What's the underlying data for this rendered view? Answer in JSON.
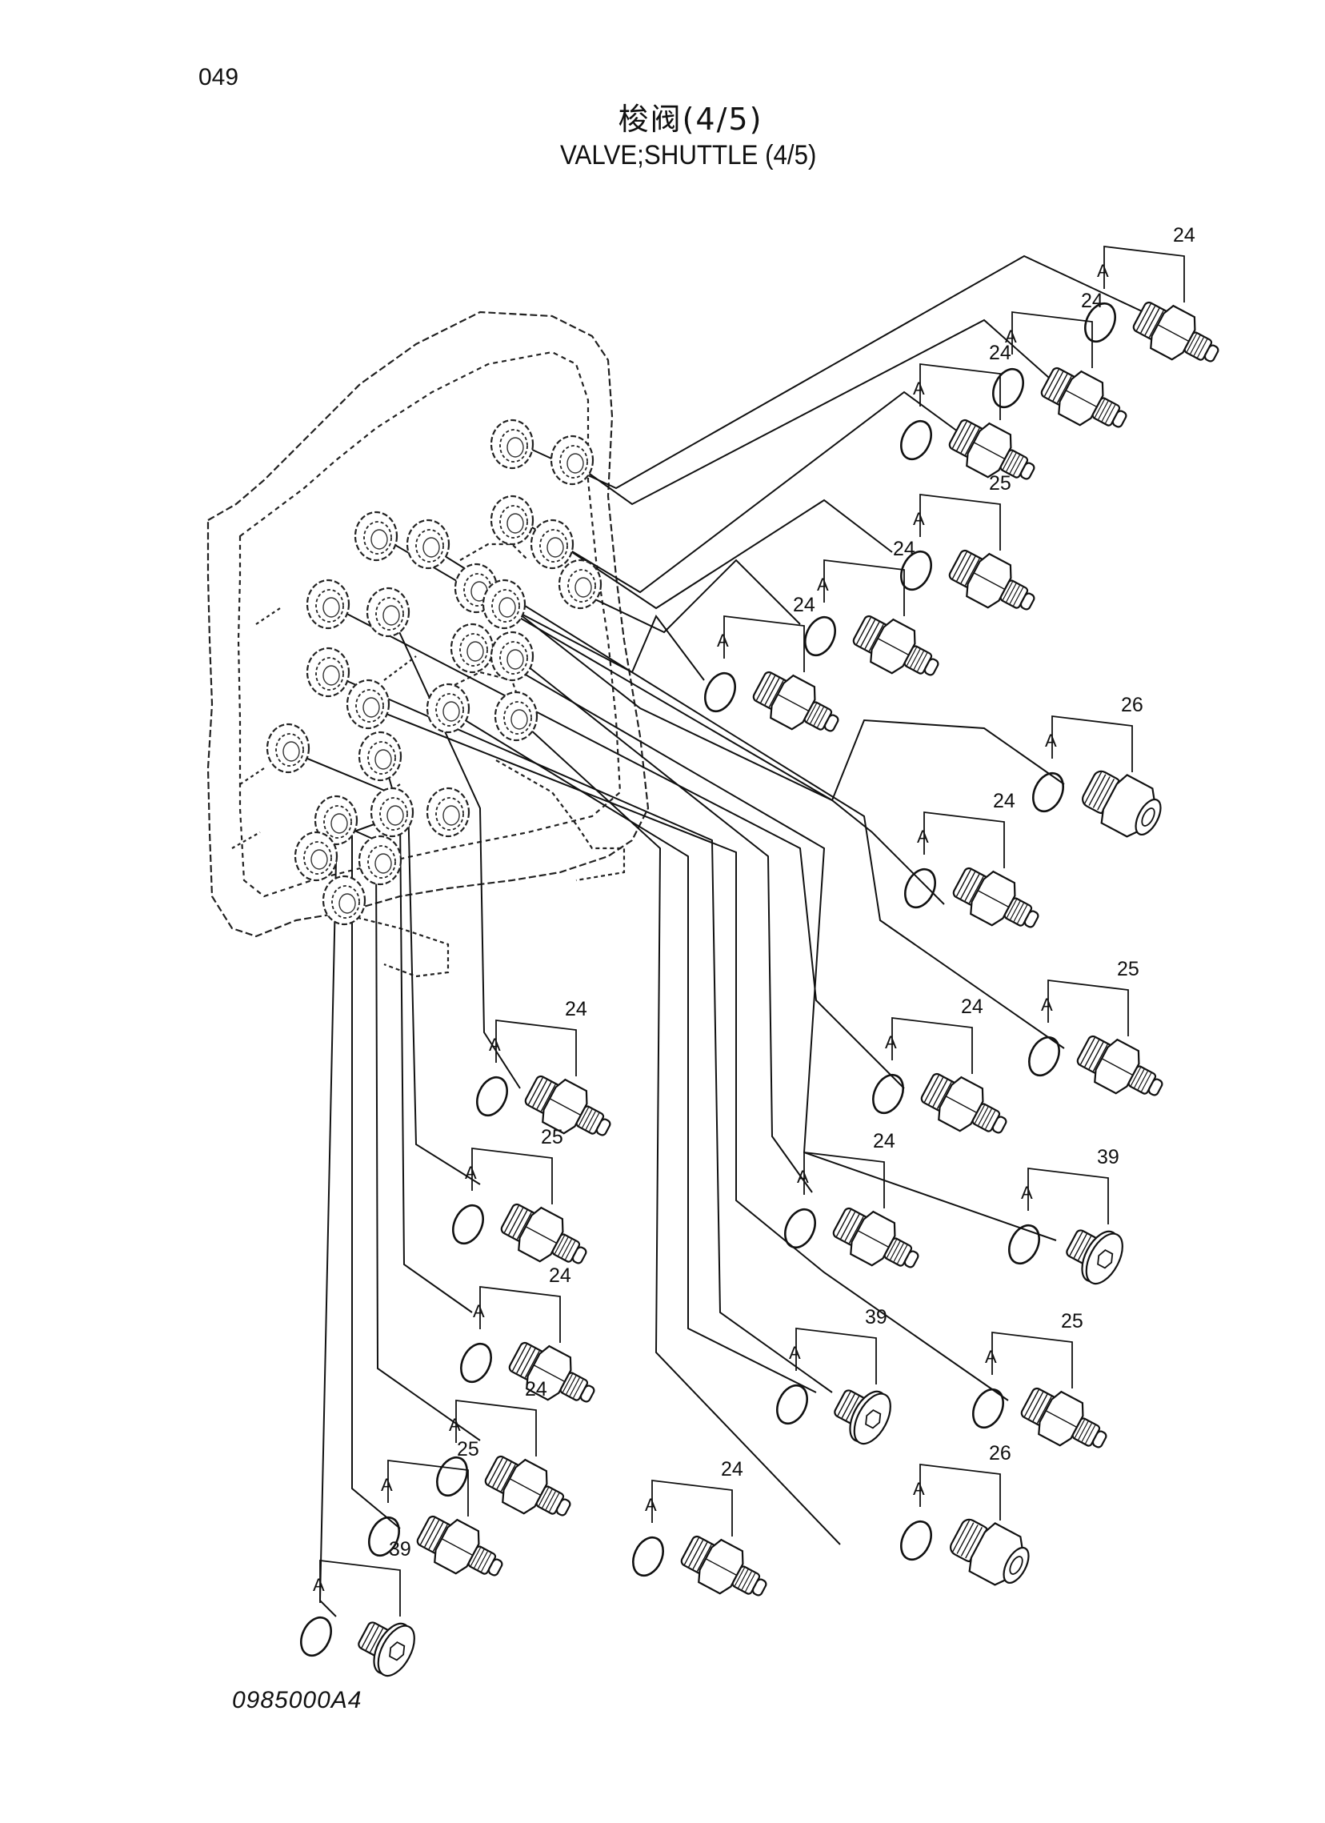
{
  "page_number": "049",
  "title_cn": "梭阀(4/5)",
  "title_en": "VALVE;SHUTTLE (4/5)",
  "drawing_code": "0985000A4",
  "o_ring_letter": "A",
  "parts": [
    {
      "type": "union",
      "callout": "24"
    },
    {
      "type": "union",
      "callout": "24"
    },
    {
      "type": "union",
      "callout": "24"
    },
    {
      "type": "union",
      "callout": "25"
    },
    {
      "type": "union",
      "callout": "24"
    },
    {
      "type": "union",
      "callout": "24"
    },
    {
      "type": "adapter",
      "callout": "26"
    },
    {
      "type": "union",
      "callout": "24"
    },
    {
      "type": "union",
      "callout": "25"
    },
    {
      "type": "union",
      "callout": "24"
    },
    {
      "type": "union",
      "callout": "24"
    },
    {
      "type": "plug",
      "callout": "39"
    },
    {
      "type": "union",
      "callout": "25"
    },
    {
      "type": "plug",
      "callout": "39"
    },
    {
      "type": "union",
      "callout": "25"
    },
    {
      "type": "union",
      "callout": "24"
    },
    {
      "type": "union",
      "callout": "24"
    },
    {
      "type": "union",
      "callout": "24"
    },
    {
      "type": "adapter",
      "callout": "26"
    },
    {
      "type": "union",
      "callout": "24"
    },
    {
      "type": "union",
      "callout": "25"
    },
    {
      "type": "plug",
      "callout": "39"
    }
  ]
}
